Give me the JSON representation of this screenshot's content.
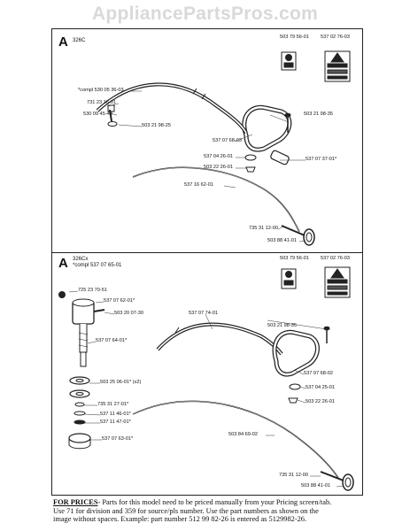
{
  "watermark": "AppliancePartsPros.com",
  "section_a": {
    "letter": "A",
    "model": "326C",
    "labels": {
      "warn1": "503 79 56-01",
      "warn2": "537 02 76-03",
      "compl": "*compl 530 05 36-03",
      "p731": "731 23 16-01",
      "p530": "530 09 45-43",
      "p503a": "503 21 98-25",
      "p503b": "503 21 98-35",
      "p53707": "537 07 68-03",
      "p53704": "537 04 26-01",
      "p50322": "503 22 26-01",
      "p53707b": "537 07 37-01*",
      "p53716": "537 16 62-01",
      "p735": "735 31 12-00",
      "p50388": "503 88 41-01"
    }
  },
  "section_b": {
    "letter": "A",
    "model": "326Cx",
    "compl": "*compl 537 07 65-01",
    "labels": {
      "warn1": "503 79 56-01",
      "warn2": "537 02 76-03",
      "p725": "725 23 70-51",
      "p537062": "537 07 62-01*",
      "p50320": "503 20 07-30",
      "p53707": "537 07 74-01",
      "p537064": "537 07 64-01*",
      "p50321": "503 21 98-35",
      "p50325": "503 25 06-01* (x2)",
      "p537068": "537 07 68-02",
      "p735a": "735 31 27-01*",
      "p537042": "537 04 25-01",
      "p53711a": "537 11 46-01*",
      "p50322": "503 22 26-01",
      "p53711b": "537 11 47-01*",
      "p537063": "537 07 63-01*",
      "p50384": "503 84 69-02",
      "p735b": "735 31 12-00",
      "p50388": "503 88 41-01"
    }
  },
  "footer": {
    "heading": "FOR PRICES",
    "line1": "- Parts for this model need to be priced manually from your Pricing screen/tab.",
    "line2": "Use 71 for division and 359 for source/pls number.  Use the part numbers as shown on the",
    "line3": "image without spaces.  Example: part number 512 99 82-26 is entered as 5129982-26."
  }
}
